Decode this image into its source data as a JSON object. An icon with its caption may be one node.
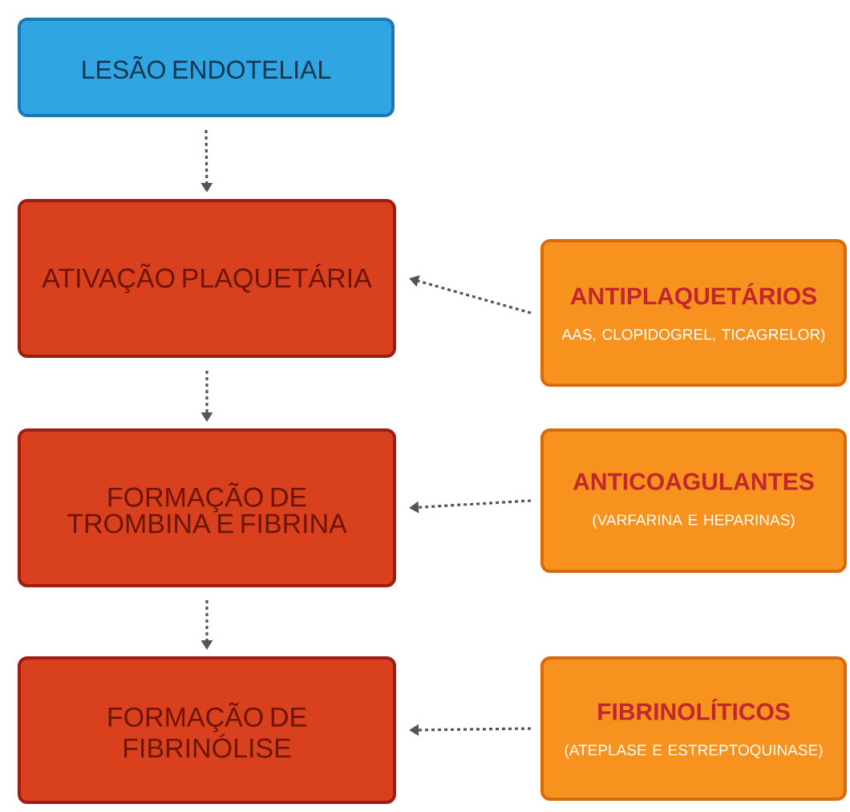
{
  "diagram": {
    "nodes": [
      {
        "text": [
          "LESÃO ENDOTELIAL"
        ]
      },
      {
        "text": [
          "ATIVAÇÃO PLAQUETÁRIA"
        ]
      },
      {
        "text": [
          "FORMAÇÃO DE TROMBINA E FIBRINA"
        ]
      },
      {
        "text": [
          "FORMAÇÃO DE FIBRINÓLISE"
        ]
      },
      {
        "text": [
          "ANTIPLAQUETÁRIOS",
          "AAS, CLOPIDOGREL, TICAGRELOR)"
        ]
      },
      {
        "text": [
          "ANTICOAGULANTES",
          "(VARFARINA E HEPARINAS)"
        ]
      },
      {
        "text": [
          "FIBRINOLÍTICOS",
          "(ATEPLASE E ESTREPTOQUINASE)"
        ]
      }
    ],
    "edges": [
      {
        "from": 0,
        "to": 1,
        "arrow": "to",
        "style": "dashed"
      },
      {
        "from": 1,
        "to": 2,
        "arrow": "to",
        "style": "dashed"
      },
      {
        "from": 2,
        "to": 3,
        "arrow": "to",
        "style": "dashed"
      },
      {
        "from": 4,
        "to": 1,
        "arrow": "to",
        "style": "dashed"
      },
      {
        "from": 5,
        "to": 2,
        "arrow": "to",
        "style": "dashed"
      },
      {
        "from": 6,
        "to": 3,
        "arrow": "to",
        "style": "dashed"
      }
    ]
  }
}
